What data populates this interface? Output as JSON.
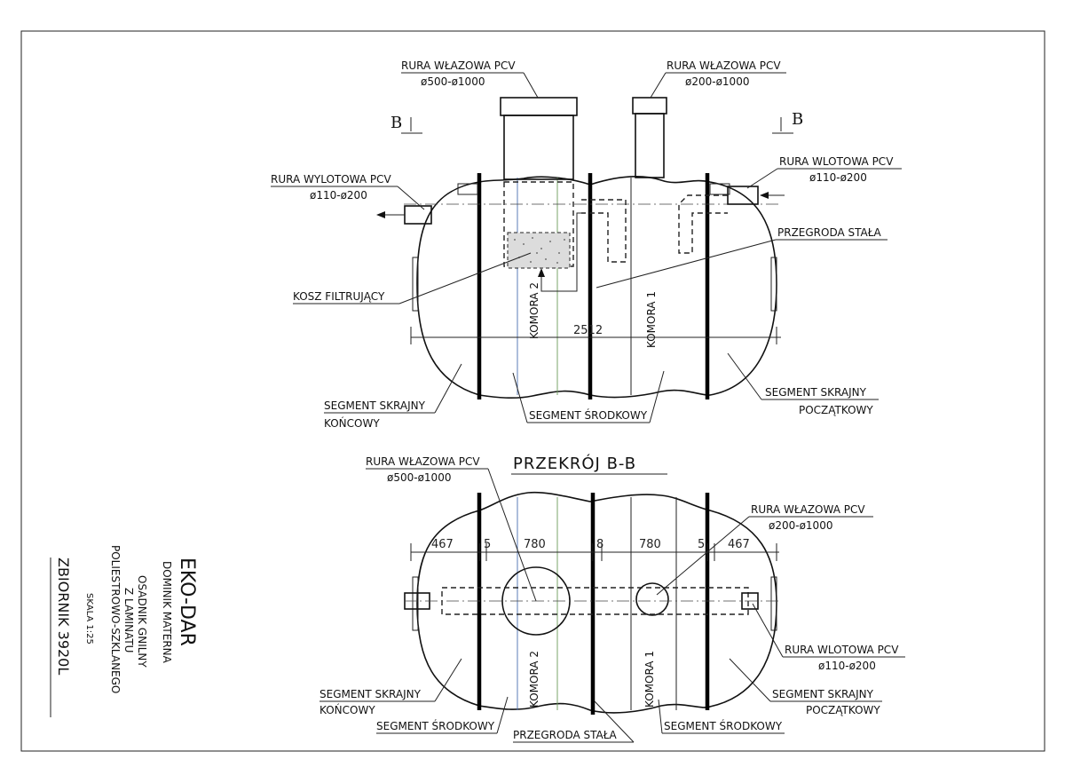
{
  "top_view": {
    "inlet_pipe_large": {
      "line1": "RURA WŁAZOWA PCV",
      "line2": "ø500-ø1000"
    },
    "inlet_pipe_small": {
      "line1": "RURA WŁAZOWA PCV",
      "line2": "ø200-ø1000"
    },
    "outlet_pipe": {
      "line1": "RURA WYLOTOWA PCV",
      "line2": "ø110-ø200"
    },
    "inflow_pipe": {
      "line1": "RURA WLOTOWA PCV",
      "line2": "ø110-ø200"
    },
    "partition": "PRZEGRODA STAŁA",
    "filter_basket": "KOSZ FILTRUJĄCY",
    "chamber_2": "KOMORA 2",
    "chamber_1": "KOMORA 1",
    "length_dim": "2512",
    "section_mark_left": "B",
    "section_mark_right": "B",
    "segment_end_left": {
      "line1": "SEGMENT SKRAJNY",
      "line2": "KOŃCOWY"
    },
    "segment_middle": "SEGMENT ŚRODKOWY",
    "segment_end_right": {
      "line1": "SEGMENT SKRAJNY",
      "line2": "POCZĄTKOWY"
    }
  },
  "section_view": {
    "title": "PRZEKRÓJ B-B",
    "inlet_pipe_large": {
      "line1": "RURA WŁAZOWA PCV",
      "line2": "ø500-ø1000"
    },
    "inlet_pipe_small": {
      "line1": "RURA WŁAZOWA PCV",
      "line2": "ø200-ø1000"
    },
    "inflow_pipe": {
      "line1": "RURA WLOTOWA PCV",
      "line2": "ø110-ø200"
    },
    "dims": [
      "467",
      "5",
      "780",
      "8",
      "780",
      "5",
      "467"
    ],
    "chamber_2": "KOMORA 2",
    "chamber_1": "KOMORA 1",
    "segment_end_left": {
      "line1": "SEGMENT SKRAJNY",
      "line2": "KOŃCOWY"
    },
    "segment_middle_left": "SEGMENT ŚRODKOWY",
    "partition": "PRZEGRODA STAŁA",
    "segment_middle_right": "SEGMENT ŚRODKOWY",
    "segment_end_right": {
      "line1": "SEGMENT SKRAJNY",
      "line2": "POCZĄTKOWY"
    }
  },
  "title_block": {
    "company": "EKO-DAR",
    "owner": "DOMINIK MATERNA",
    "product_line1": "OSADNIK GNILNY",
    "product_line2": "Z LAMINATU",
    "product_line3": "POLIESTROWO-SZKLANEGO",
    "scale": "SKALA 1:25",
    "tank_name": "ZBIORNIK 3920L"
  },
  "colors": {
    "line": "#111111",
    "accent_blue": "#4a6fb0",
    "accent_green": "#6a9a5a"
  }
}
